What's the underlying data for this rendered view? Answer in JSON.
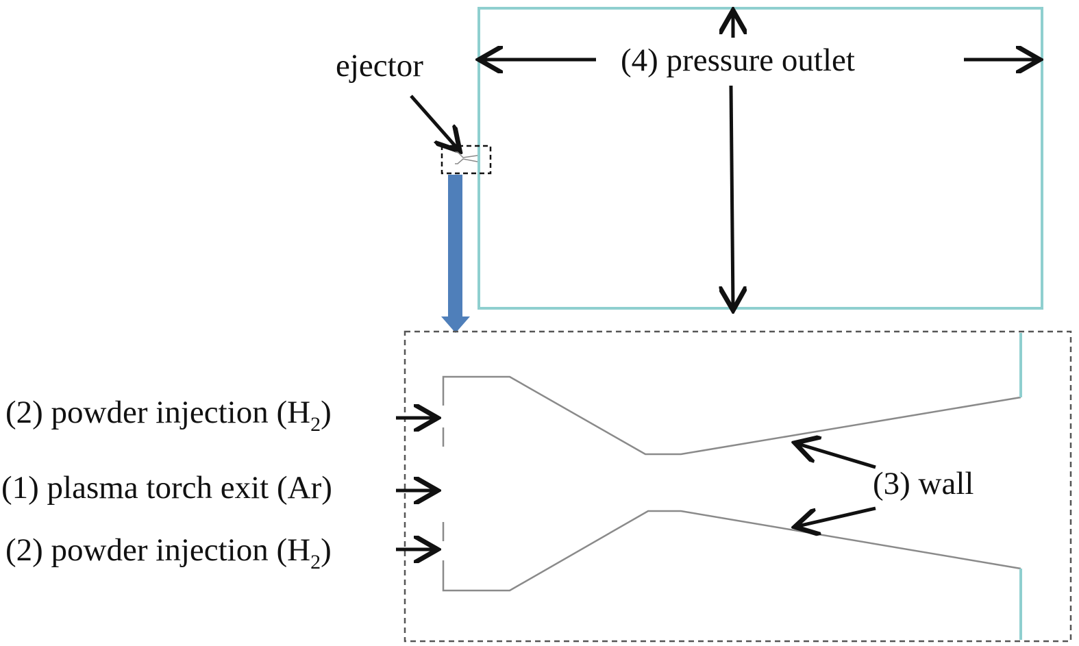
{
  "labels": {
    "pressure_outlet": "(4) pressure outlet",
    "ejector": "ejector",
    "powder_injection_top": {
      "text": "(2) powder injection (H",
      "sub": "2",
      "close": ")"
    },
    "plasma_torch_exit": "(1) plasma torch exit (Ar)",
    "powder_injection_bottom": {
      "text": "(2) powder injection (H",
      "sub": "2",
      "close": ")"
    },
    "wall": "(3) wall"
  },
  "colors": {
    "outlet_boundary": "#8fcfcf",
    "zoom_arrow": "#4f7fba",
    "wall_line": "#8a8a8a",
    "dashed_box": "#555555",
    "text": "#111111"
  }
}
